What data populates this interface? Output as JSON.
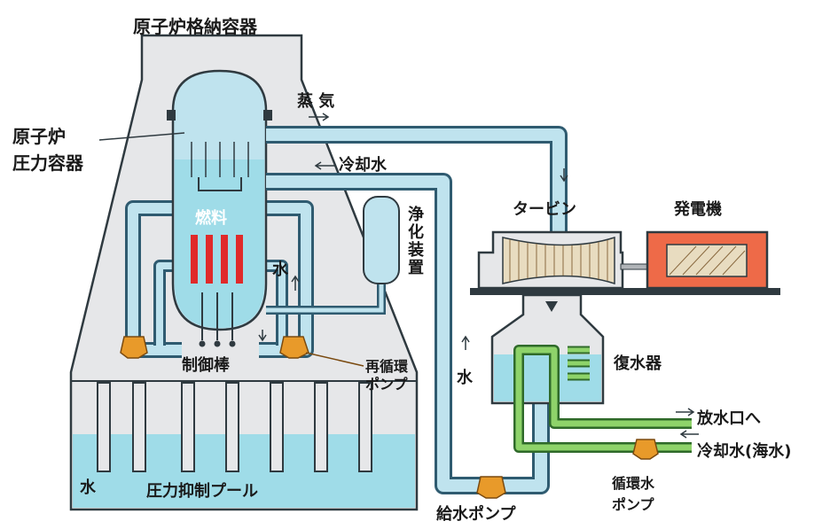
{
  "labels": {
    "containment": "原子炉格納容器",
    "rpv_line1": "原子炉",
    "rpv_line2": "圧力容器",
    "steam": "蒸 気",
    "coolant": "冷却水",
    "fuel": "燃料",
    "purifier": "浄化装置",
    "water_core": "水",
    "control_rods": "制御棒",
    "recirc_line1": "再循環",
    "recirc_line2": "ポンプ",
    "water_pool": "水",
    "suppression_pool": "圧力抑制プール",
    "turbine": "タービン",
    "generator": "発電機",
    "water_return": "水",
    "condenser": "復水器",
    "discharge": "放水口へ",
    "seawater": "冷却水(海水)",
    "circ_pump_line1": "循環水",
    "circ_pump_line2": "ポンプ",
    "feed_pump": "給水ポンプ"
  },
  "colors": {
    "containment_fill": "#e6e7e9",
    "pipe_fill": "#bfe3ee",
    "pipe_stroke": "#2f5b70",
    "water": "#9fdce8",
    "pool_water": "#9fdce8",
    "fuel_rod": "#e02a2a",
    "pump": "#e89a2a",
    "generator_fill": "#ee6a48",
    "seawater_pipe": "#8ed36a",
    "turbine_blade": "#e8dcc0"
  }
}
